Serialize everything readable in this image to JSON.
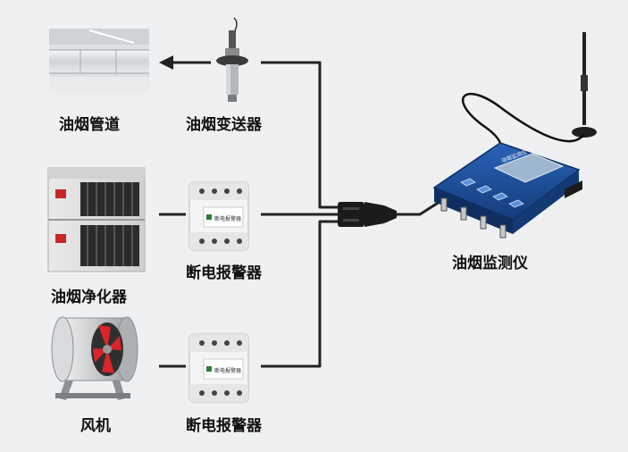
{
  "labels": {
    "duct": "油烟管道",
    "transmitter": "油烟变送器",
    "purifier": "油烟净化器",
    "breaker_top": "断电报警器",
    "fan": "风机",
    "breaker_bottom": "断电报警器",
    "monitor": "油烟监测仪"
  },
  "device_panel_text": {
    "breaker_face": "断电报警器",
    "monitor_title": "油烟监测仪"
  },
  "colors": {
    "background": "#eef0f2",
    "wire": "#222222",
    "monitor_body": "#1d4f9c",
    "monitor_screen": "#9fb6d0",
    "fan_blade": "#d9242a",
    "breaker_body": "#f4f4f4"
  }
}
